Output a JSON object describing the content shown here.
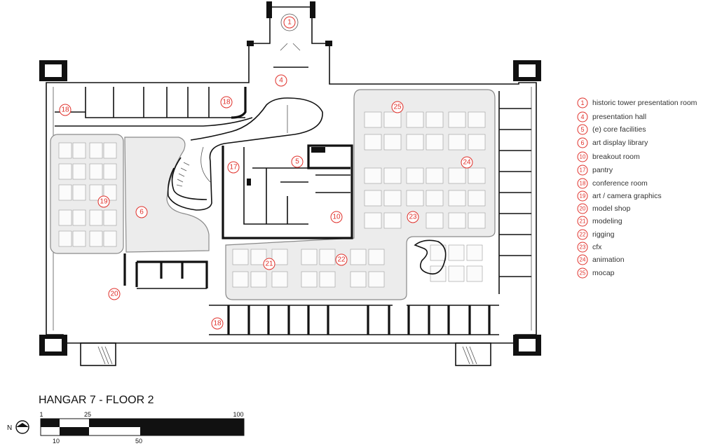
{
  "title": "HANGAR 7 - FLOOR 2",
  "legend": [
    {
      "num": "1",
      "label": "historic tower presentation room"
    },
    {
      "num": "4",
      "label": "presentation hall"
    },
    {
      "num": "5",
      "label": "(e) core facilities"
    },
    {
      "num": "6",
      "label": "art display library"
    },
    {
      "num": "10",
      "label": "breakout room"
    },
    {
      "num": "17",
      "label": "pantry"
    },
    {
      "num": "18",
      "label": "conference room"
    },
    {
      "num": "19",
      "label": "art / camera graphics"
    },
    {
      "num": "20",
      "label": "model shop"
    },
    {
      "num": "21",
      "label": "modeling"
    },
    {
      "num": "22",
      "label": "rigging"
    },
    {
      "num": "23",
      "label": "cfx"
    },
    {
      "num": "24",
      "label": "animation"
    },
    {
      "num": "25",
      "label": "mocap"
    }
  ],
  "plan_labels": [
    "1",
    "4",
    "18",
    "18",
    "25",
    "24",
    "5",
    "17",
    "10",
    "23",
    "19",
    "6",
    "21",
    "22",
    "20",
    "18"
  ],
  "scale_bar": {
    "top_ticks": [
      "1",
      "25",
      "100"
    ],
    "bottom_ticks": [
      "10",
      "50"
    ]
  },
  "north": {
    "label": "N"
  },
  "colors": {
    "label_accent": "#e0302a",
    "walls": "#111111",
    "zone_fill": "#ececec"
  }
}
